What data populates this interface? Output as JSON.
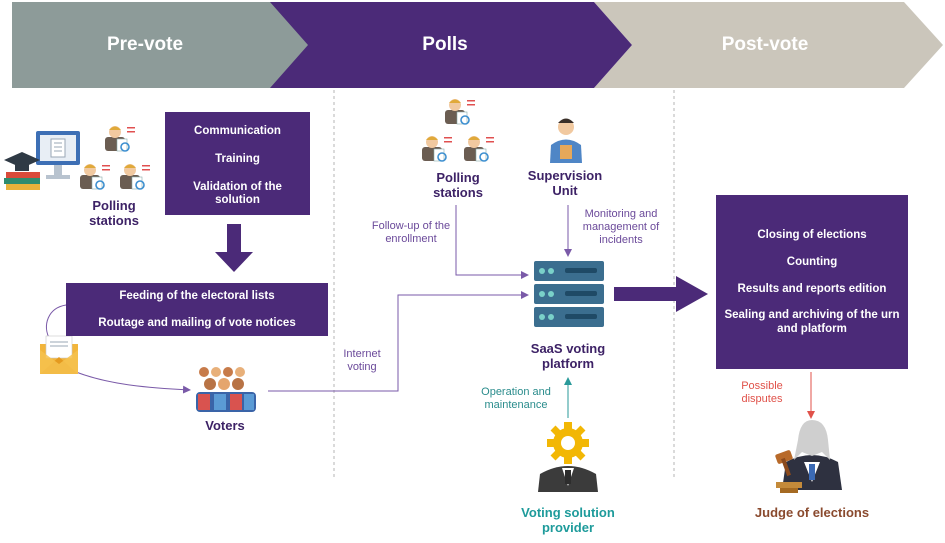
{
  "colors": {
    "purple": "#4b2a78",
    "grey_phase": "#8d9b99",
    "beige_phase": "#cbc6bb",
    "note_purple": "#6b4a9a",
    "note_teal": "#2a8c8c",
    "note_red": "#e0524a",
    "teal_label": "#1e9b9b",
    "judge_label": "#8a4a2e"
  },
  "phases": {
    "pre_vote": "Pre-vote",
    "polls": "Polls",
    "post_vote": "Post-vote"
  },
  "pre_vote": {
    "polling_stations": "Polling stations",
    "box_items": [
      "Communication",
      "Training",
      "Validation of the solution"
    ],
    "lists_items": [
      "Feeding of the electoral lists",
      "Routage and mailing of vote notices"
    ],
    "voters": "Voters"
  },
  "polls": {
    "polling_stations": "Polling stations",
    "supervision_unit": "Supervision Unit",
    "followup_note": "Follow-up of the enrollment",
    "monitoring_note": "Monitoring and management of incidents",
    "internet_voting_note": "Internet voting",
    "platform_label": "SaaS voting platform",
    "operation_note": "Operation and maintenance",
    "provider_label": "Voting solution provider"
  },
  "post_vote": {
    "box_items": [
      "Closing of elections",
      "Counting",
      "Results and reports edition",
      "Sealing and archiving of the urn and platform"
    ],
    "disputes_note": "Possible disputes",
    "judge_label": "Judge of elections"
  },
  "icons": [
    "monitor-icon",
    "graduation-cap-icon",
    "books-icon",
    "polling-agent-icon",
    "supervisor-icon",
    "server-icon",
    "envelope-icon",
    "voters-group-icon",
    "gear-icon",
    "provider-person-icon",
    "judge-icon",
    "gavel-icon"
  ]
}
